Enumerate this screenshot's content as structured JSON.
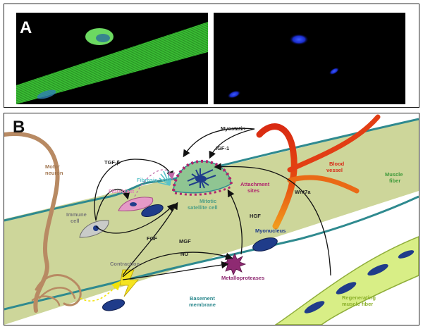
{
  "panel_a": {
    "letter": "A"
  },
  "panel_b": {
    "letter": "B",
    "labels": {
      "myostatin": "Myostatin",
      "igf1": "IGF-1",
      "tgfb": "TGF-β",
      "fibrosis": "Fibrosis",
      "fibroblast": "Fibroblast",
      "motor_neuron_1": "Motor",
      "motor_neuron_2": "neuron",
      "immune_cell_1": "Immune",
      "immune_cell_2": "cell",
      "attachment_1": "Attachment",
      "attachment_2": "sites",
      "mitotic_1": "Mitotic",
      "mitotic_2": "satellite cell",
      "blood_vessel_1": "Blood",
      "blood_vessel_2": "vessel",
      "muscle_fiber_1": "Muscle",
      "muscle_fiber_2": "fiber",
      "wnt7a": "Wnt7a",
      "hgf": "HGF",
      "fgf": "FGF",
      "mgf": "MGF",
      "no": "NO",
      "myonucleus": "Myonucleus",
      "contraction": "Contraction",
      "metalloproteases": "Metalloproteases",
      "basement_1": "Basement",
      "basement_2": "membrane",
      "regenerating_1": "Regenerating",
      "regenerating_2": "muscle fiber"
    }
  },
  "colors": {
    "fiber_fill": "#cfd79a",
    "fiber_edge": "#2f8a8f",
    "nucleus": "#1f3c8a",
    "vessel_start": "#d92a12",
    "vessel_end": "#f08a18",
    "neuron": "#b88a63",
    "fibroblast": "#e59ac7",
    "fibrosis": "#58c2c8",
    "attachment": "#b0246d",
    "satellite": "#8fc592",
    "regenerating": "#d7ef87",
    "fluor_green": "#3fcf37",
    "fluor_blue": "#2240ff"
  }
}
